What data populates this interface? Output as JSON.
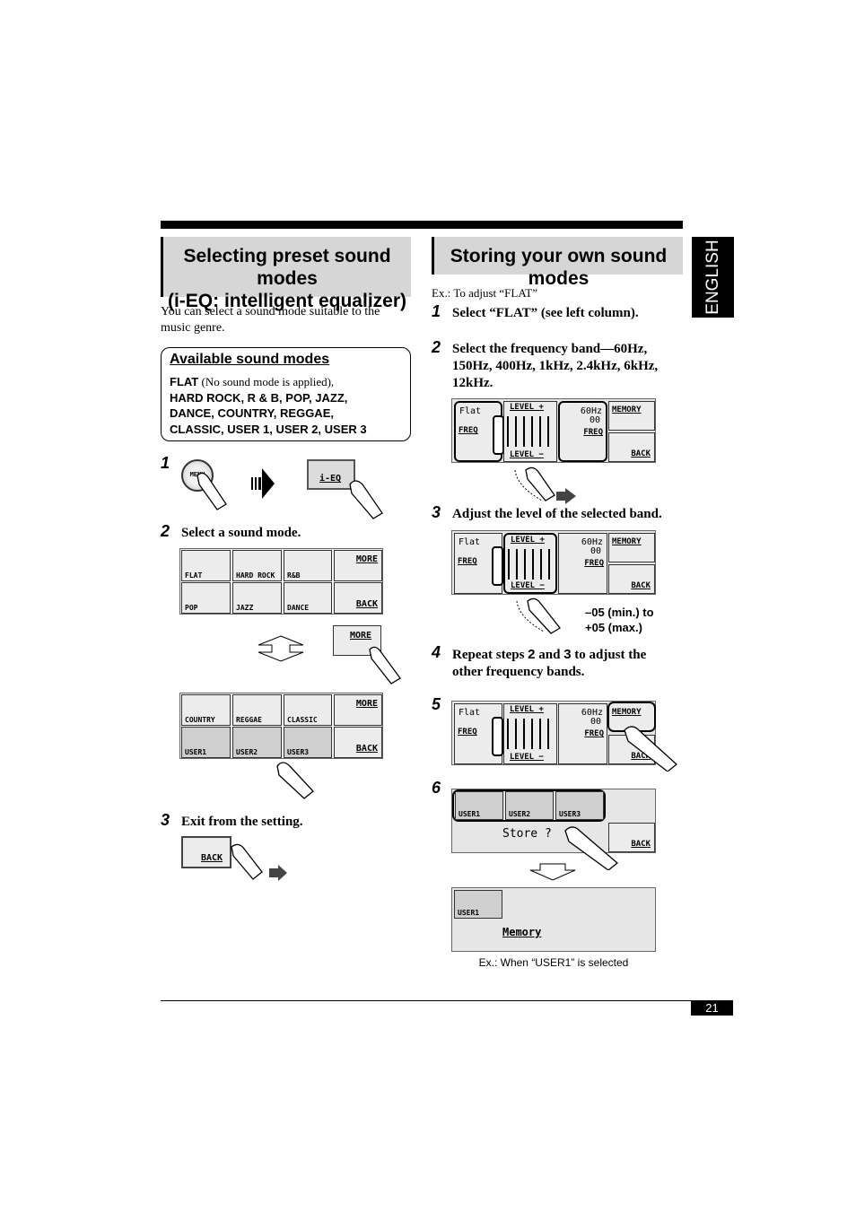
{
  "language_tab": "ENGLISH",
  "page_number": "21",
  "left": {
    "heading_line1": "Selecting preset sound modes",
    "heading_line2": "(i-EQ: intelligent equalizer)",
    "intro": "You can select a sound mode suitable to the music genre.",
    "modes_box": {
      "title": "Available sound modes",
      "flat_bold": "FLAT",
      "flat_note": " (No sound mode is applied),",
      "line2": "HARD ROCK, R & B, POP, JAZZ,",
      "line3": "DANCE, COUNTRY, REGGAE,",
      "line4": "CLASSIC, USER 1, USER 2, USER 3"
    },
    "step1_num": "1",
    "menu_button": "MENU",
    "ieq_button": "i-EQ",
    "step2_num": "2",
    "step2_text": "Select a sound mode.",
    "screen1_tiles": [
      "FLAT",
      "HARD ROCK",
      "R&B",
      "MORE",
      "POP",
      "JAZZ",
      "DANCE",
      "BACK"
    ],
    "more_button": "MORE",
    "screen2_tiles": [
      "COUNTRY",
      "REGGAE",
      "CLASSIC",
      "MORE",
      "USER1",
      "USER2",
      "USER3",
      "BACK"
    ],
    "step3_num": "3",
    "step3_text": "Exit from the setting.",
    "back_button": "BACK"
  },
  "right": {
    "heading": "Storing your own sound modes",
    "example": "Ex.: To adjust “FLAT”",
    "step1_num": "1",
    "step1_text": "Select “FLAT” (see left column).",
    "step2_num": "2",
    "step2_text": "Select the frequency band—60Hz, 150Hz, 400Hz, 1kHz, 2.4kHz, 6kHz, 12kHz.",
    "eq_screen": {
      "mode": "Flat",
      "level_up": "LEVEL +",
      "level_down": "LEVEL −",
      "freq_minus": "FREQ",
      "freq_plus": "FREQ",
      "band": "60Hz",
      "value": "00",
      "memory": "MEMORY",
      "back": "BACK"
    },
    "step3_num": "3",
    "step3_text": "Adjust the level of the selected band.",
    "range_line1": "–05 (min.) to",
    "range_line2": "+05 (max.)",
    "step4_num": "4",
    "step4_text_a": "Repeat steps ",
    "step4_b1": "2",
    "step4_text_b": " and ",
    "step4_b2": "3",
    "step4_text_c": " to adjust the",
    "step4_line2": "other frequency bands.",
    "step5_num": "5",
    "step6_num": "6",
    "store_tiles": [
      "USER1",
      "USER2",
      "USER3"
    ],
    "store_prompt": "Store ?",
    "memory_tile": "USER1",
    "memory_text": "Memory",
    "caption": "Ex.: When “USER1” is selected"
  }
}
